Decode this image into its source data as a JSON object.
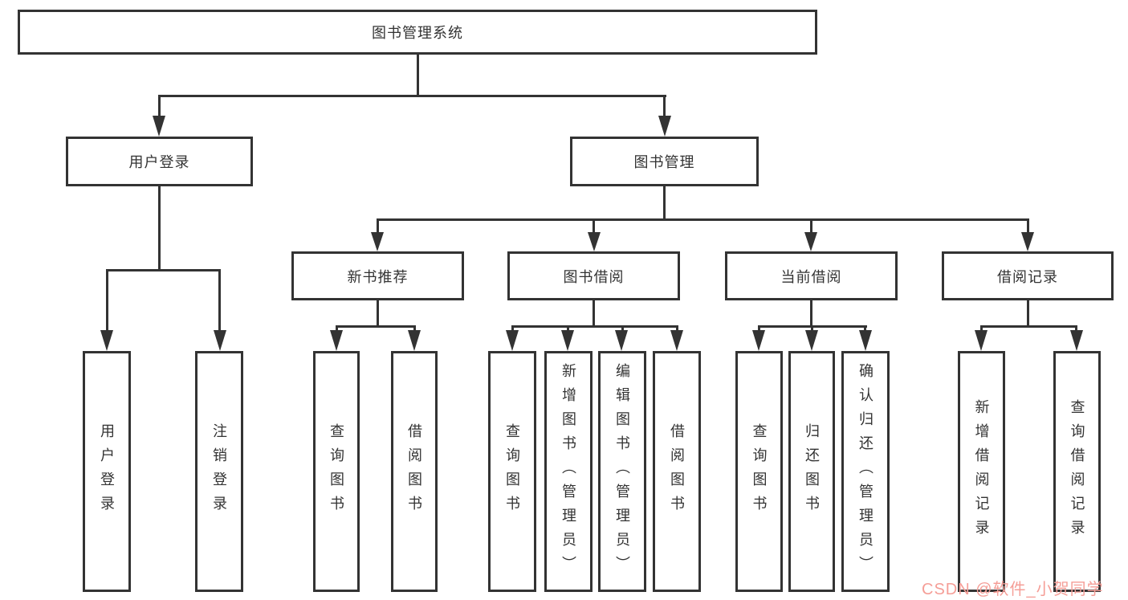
{
  "nodes": {
    "root": "图书管理系统",
    "user_login": "用户登录",
    "book_management": "图书管理",
    "new_book_recommend": "新书推荐",
    "book_borrowing": "图书借阅",
    "current_borrowing": "当前借阅",
    "borrowing_records": "借阅记录",
    "ul_user_login": "用户登录",
    "ul_logout": "注销登录",
    "nbr_query_books": "查询图书",
    "nbr_borrow_books": "借阅图书",
    "bb_query_books": "查询图书",
    "bb_add_books": "新增图书（管理员）",
    "bb_edit_books": "编辑图书（管理员）",
    "bb_borrow_books": "借阅图书",
    "cb_query_books": "查询图书",
    "cb_return_books": "归还图书",
    "cb_confirm_return": "确认归还（管理员）",
    "br_add_record": "新增借阅记录",
    "br_query_record": "查询借阅记录"
  },
  "watermark": {
    "text": "CSDN @软件_小贺同学",
    "color": "#f59e97",
    "style": "color:#f59e97"
  },
  "colors": {
    "line": "#333333",
    "background": "#ffffff",
    "text": "#333333"
  }
}
